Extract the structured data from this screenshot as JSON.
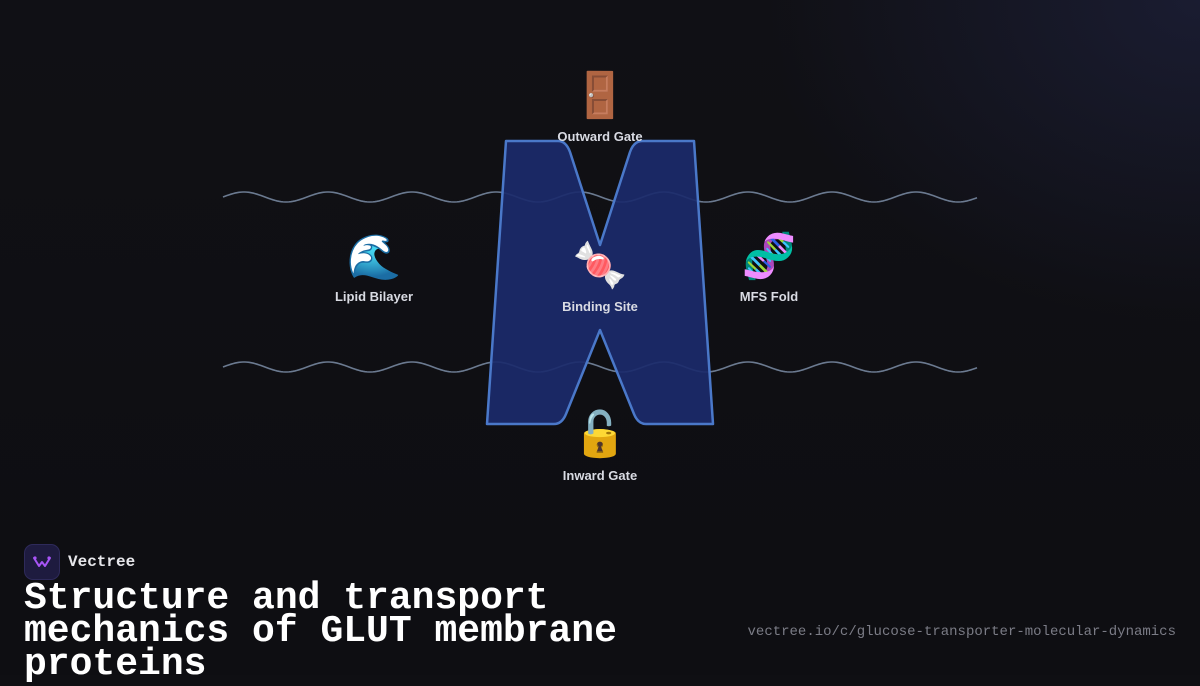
{
  "brand": {
    "name": "Vectree",
    "icon": "vectree-logo-icon",
    "accent": "#a855f7"
  },
  "title": "Structure and transport mechanics of GLUT membrane proteins",
  "url": "vectree.io/c/glucose-transporter-molecular-dynamics",
  "diagram": {
    "colors": {
      "protein_fill": "#1b2a6b",
      "protein_stroke": "#4a78c9",
      "membrane_line": "#6b7a90"
    },
    "nodes": {
      "outward_gate": {
        "label": "Outward Gate",
        "emoji": "🚪",
        "icon": "door-icon"
      },
      "lipid_bilayer": {
        "label": "Lipid Bilayer",
        "emoji": "🌊",
        "icon": "wave-icon"
      },
      "binding_site": {
        "label": "Binding Site",
        "emoji": "🍬",
        "icon": "candy-icon"
      },
      "mfs_fold": {
        "label": "MFS Fold",
        "emoji": "🧬",
        "icon": "dna-icon"
      },
      "inward_gate": {
        "label": "Inward Gate",
        "emoji": "🔓",
        "icon": "unlocked-padlock-icon"
      }
    }
  }
}
